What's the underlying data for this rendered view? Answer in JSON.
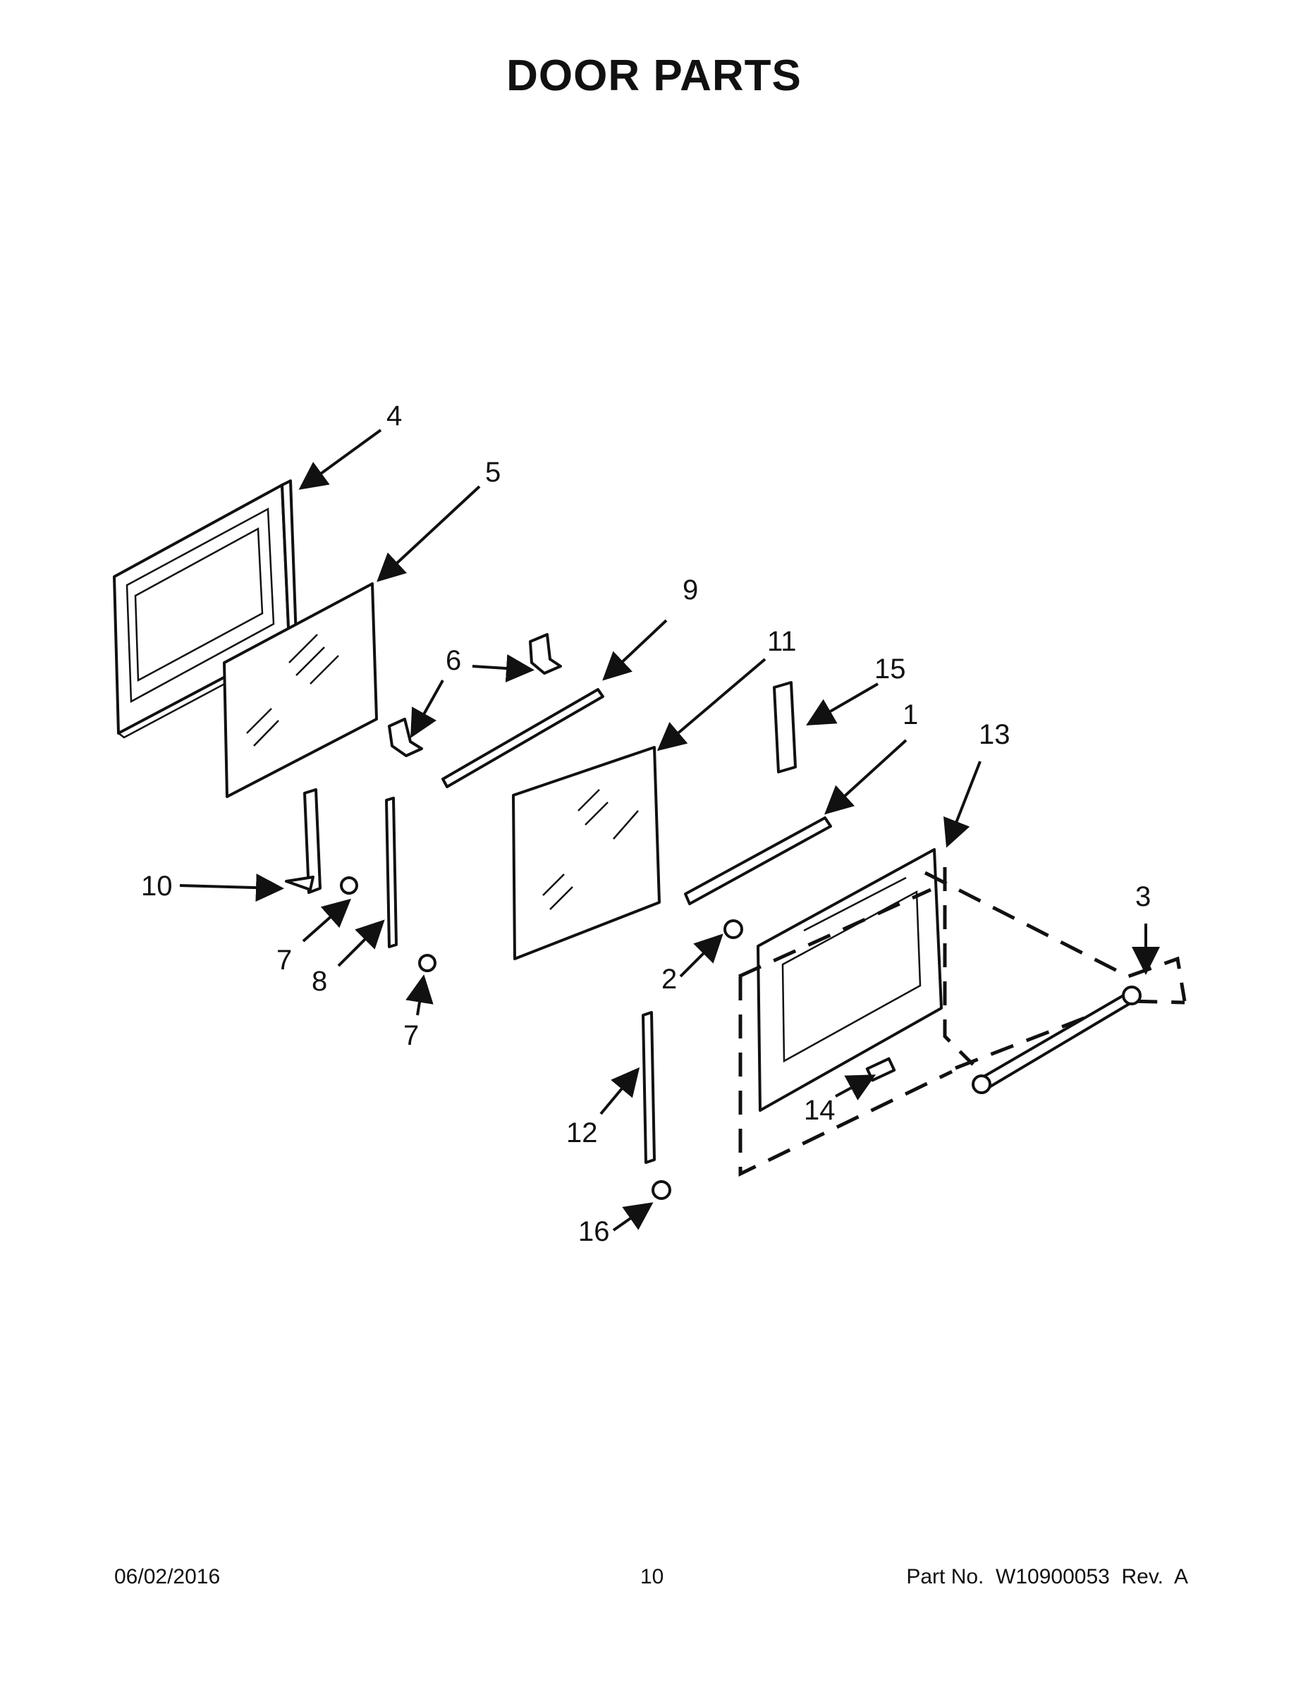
{
  "header": {
    "title": "DOOR PARTS"
  },
  "callouts": {
    "c1": "1",
    "c2": "2",
    "c3": "3",
    "c4": "4",
    "c5": "5",
    "c6": "6",
    "c7a": "7",
    "c7b": "7",
    "c8": "8",
    "c9": "9",
    "c10": "10",
    "c11": "11",
    "c12": "12",
    "c13": "13",
    "c14": "14",
    "c15": "15",
    "c16": "16"
  },
  "footer": {
    "date": "06/02/2016",
    "page": "10",
    "part_no": "Part No.  W10900053  Rev.  A"
  },
  "icons": [
    "inner-door-frame-icon",
    "glass-panel-icon",
    "door-glass-icon",
    "clip-icon",
    "trim-strip-icon",
    "spacer-icon",
    "handle-icon",
    "hinge-icon",
    "screw-icon",
    "door-panel-icon",
    "vent-strip-icon",
    "badge-icon",
    "bracket-icon"
  ]
}
